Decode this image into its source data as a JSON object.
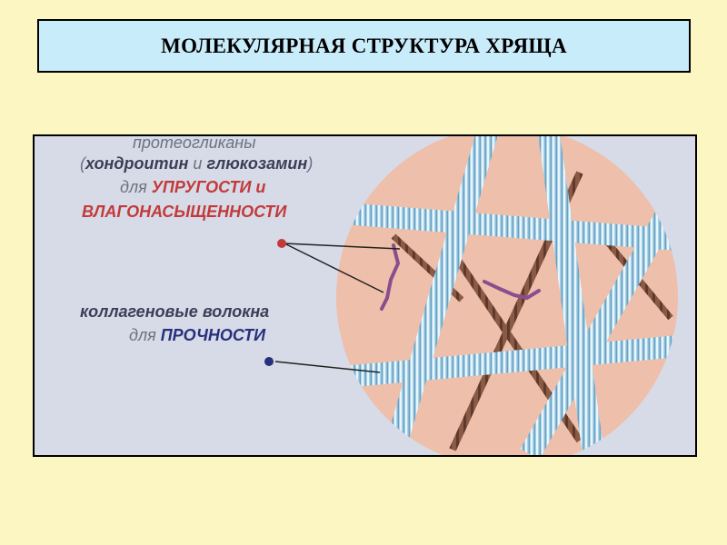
{
  "title": "МОЛЕКУЛЯРНАЯ СТРУКТУРА ХРЯЩА",
  "figure": {
    "proteoglycans": {
      "line1": "протеогликаны",
      "line2_open": "(",
      "line2_a": "хондроитин",
      "line2_and": " и ",
      "line2_b": "глюкозамин",
      "line2_close": ")",
      "line3_pre": "для ",
      "line3_em": "УПРУГОСТИ и",
      "line4": "ВЛАГОНАСЫЩЕННОСТИ"
    },
    "collagen": {
      "line1": "коллагеновые волокна",
      "line2_pre": "для ",
      "line2_em": "ПРОЧНОСТИ"
    },
    "colors": {
      "background": "#fbf6c2",
      "title_box": "#c9ecfb",
      "figure_bg": "#d7dae7",
      "tissue": "#eebfaa",
      "fiber": "#a9d4ec",
      "proteoglycan_dot": "#c23a3a",
      "collagen_dot": "#26307c"
    }
  }
}
